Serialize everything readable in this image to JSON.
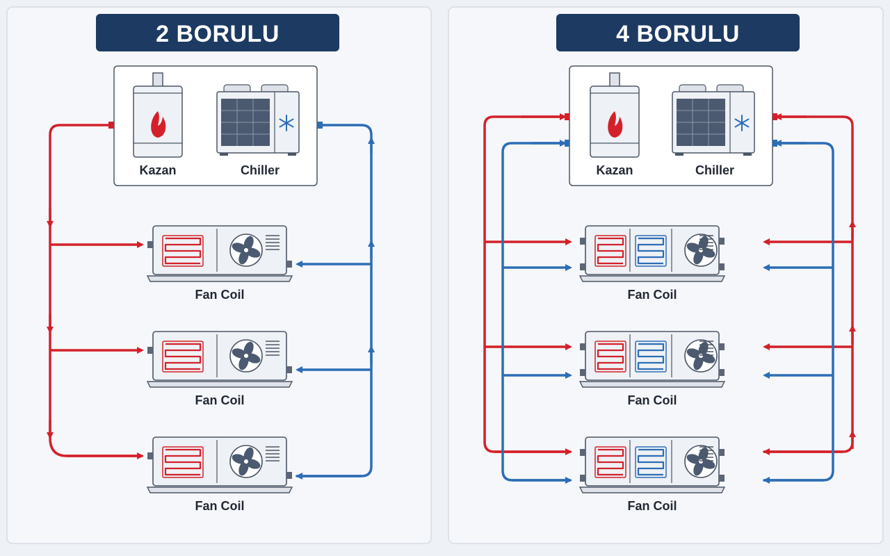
{
  "colors": {
    "hot": "#d4202a",
    "cold": "#2c6db6",
    "title_bg": "#1c3a62",
    "panel_bg": "#f5f7fa",
    "outline": "#4b5665"
  },
  "panels": [
    {
      "title": "2 BORULU",
      "boiler_label": "Kazan",
      "chiller_label": "Chiller",
      "units": [
        {
          "label": "Fan Coil"
        },
        {
          "label": "Fan Coil"
        },
        {
          "label": "Fan Coil"
        }
      ]
    },
    {
      "title": "4 BORULU",
      "boiler_label": "Kazan",
      "chiller_label": "Chiller",
      "units": [
        {
          "label": "Fan Coil"
        },
        {
          "label": "Fan Coil"
        },
        {
          "label": "Fan Coil"
        }
      ]
    }
  ],
  "icons": {
    "boiler": "flame-icon",
    "chiller": "snowflake-icon",
    "unit_fan": "fan-icon",
    "heating_coil": "heating-coil-icon",
    "cooling_coil": "cooling-coil-icon"
  }
}
